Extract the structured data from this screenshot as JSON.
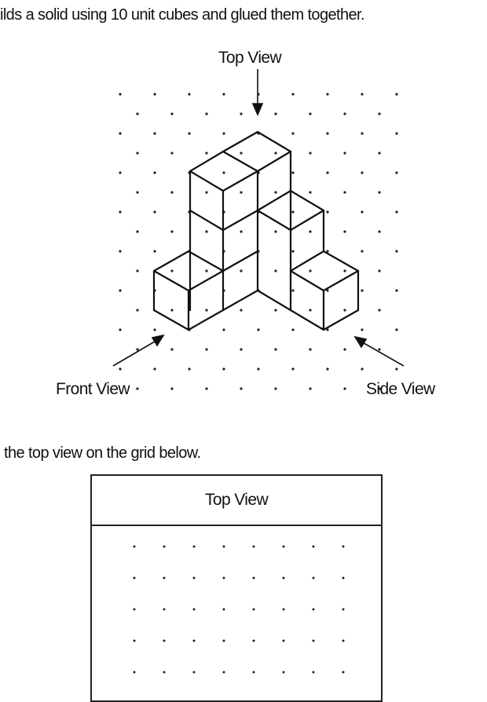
{
  "question": {
    "intro_text": "ilds a solid using 10 unit cubes and glued them together.",
    "instruction_text": "the top view on the grid below."
  },
  "figure": {
    "top_view_label": "Top View",
    "front_view_label": "Front View",
    "side_view_label": "Side View"
  },
  "answer_grid": {
    "header_label": "Top View"
  }
}
